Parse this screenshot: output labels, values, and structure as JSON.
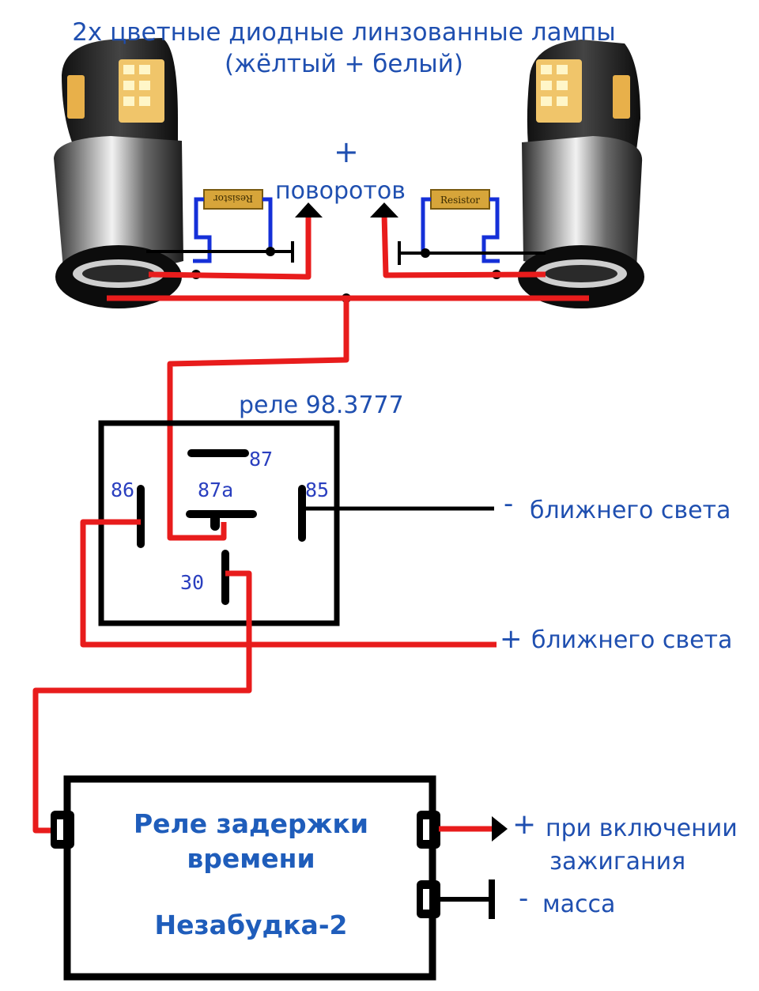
{
  "title": {
    "line1": "2х цветные диодные линзованные лампы",
    "line2": "(жёлтый + белый)"
  },
  "turn_signal": {
    "plus": "+",
    "label": "поворотов"
  },
  "resistor_label": "Resistor",
  "relay": {
    "title": "реле 98.3777",
    "pin_87": "87",
    "pin_86": "86",
    "pin_87a": "87a",
    "pin_85": "85",
    "pin_30": "30"
  },
  "low_beam_minus": {
    "sign": "-",
    "label": "ближнего света"
  },
  "low_beam_plus": {
    "sign": "+",
    "label": "ближнего света"
  },
  "delay_relay": {
    "line1": "Реле задержки",
    "line2": "времени",
    "line3": "Незабудка-2"
  },
  "ignition": {
    "sign": "+",
    "line1": "при включении",
    "line2": "зажигания"
  },
  "ground": {
    "sign": "-",
    "label": "масса"
  },
  "colors": {
    "wire_red": "#e81c1c",
    "wire_black": "#000000",
    "wire_blue": "#1530d8",
    "text_blue": "#1f4fb0"
  }
}
